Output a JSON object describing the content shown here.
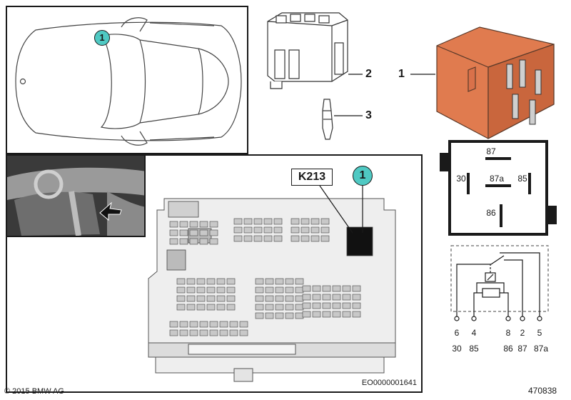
{
  "callouts": {
    "car_marker": "1",
    "relay_main": "1",
    "relay_socket": "2",
    "relay_terminal": "3",
    "fusebox_marker": "1"
  },
  "fusebox": {
    "location_label": "K213",
    "drawing_code": "EO0000001641"
  },
  "relay_face": {
    "top": "87",
    "left": "30",
    "center": "87a",
    "right": "85",
    "bottom": "86"
  },
  "schematic": {
    "pins": [
      {
        "num": "6",
        "terminal": "30"
      },
      {
        "num": "4",
        "terminal": "85"
      },
      {
        "num": "8",
        "terminal": "86"
      },
      {
        "num": "2",
        "terminal": "87"
      },
      {
        "num": "5",
        "terminal": "87a"
      }
    ]
  },
  "footer": {
    "copyright": "© 2015 BMW AG",
    "image_number": "470838"
  },
  "colors": {
    "relay_orange": "#e07b4f",
    "callout_teal": "#4fc9c3",
    "ink": "#1a1a1a"
  }
}
